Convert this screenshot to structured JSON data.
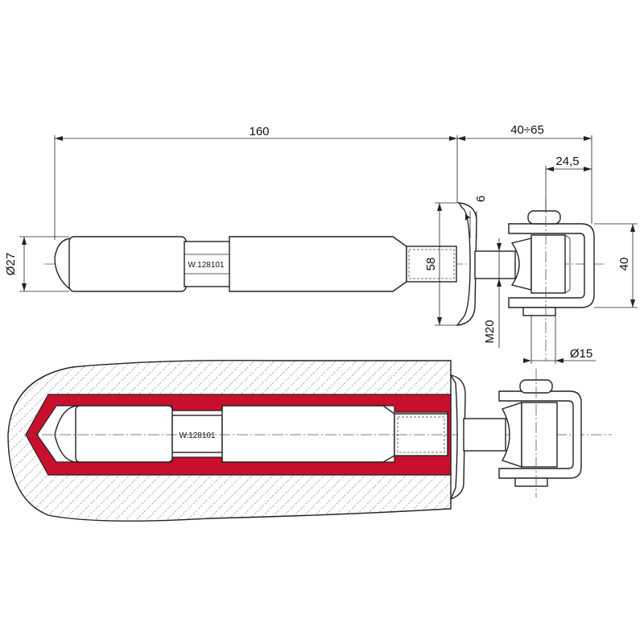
{
  "dimensions": {
    "length_total": "160",
    "adjust_range": "40÷65",
    "eye_offset": "24,5",
    "washer_thickness": "6",
    "diameter_body": "Ø27",
    "washer_diameter": "58",
    "height_eye": "40",
    "thread": "M20",
    "pin_diameter": "Ø15"
  },
  "labels": {
    "part_code_top": "W.128101",
    "part_code_bottom": "W.128101"
  },
  "colors": {
    "stroke": "#222222",
    "concrete_hatch": "#444444",
    "insulation": "#c8102e",
    "background": "#ffffff"
  }
}
